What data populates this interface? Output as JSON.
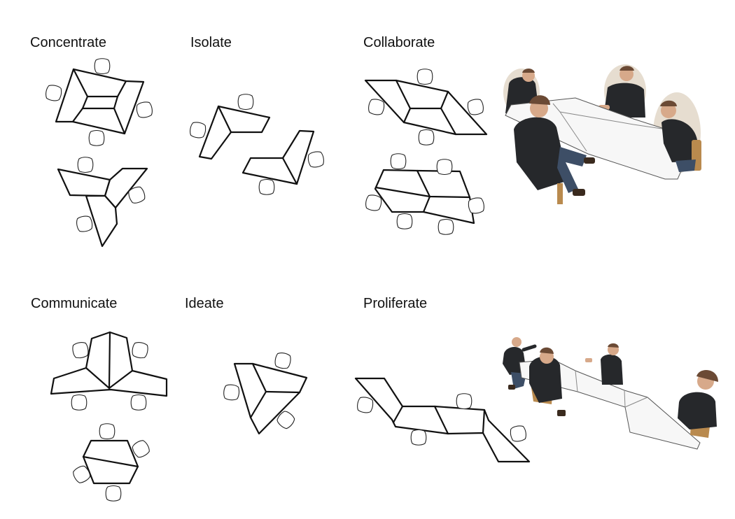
{
  "labels": {
    "concentrate": "Concentrate",
    "isolate": "Isolate",
    "collaborate": "Collaborate",
    "communicate": "Communicate",
    "ideate": "Ideate",
    "proliferate": "Proliferate"
  }
}
